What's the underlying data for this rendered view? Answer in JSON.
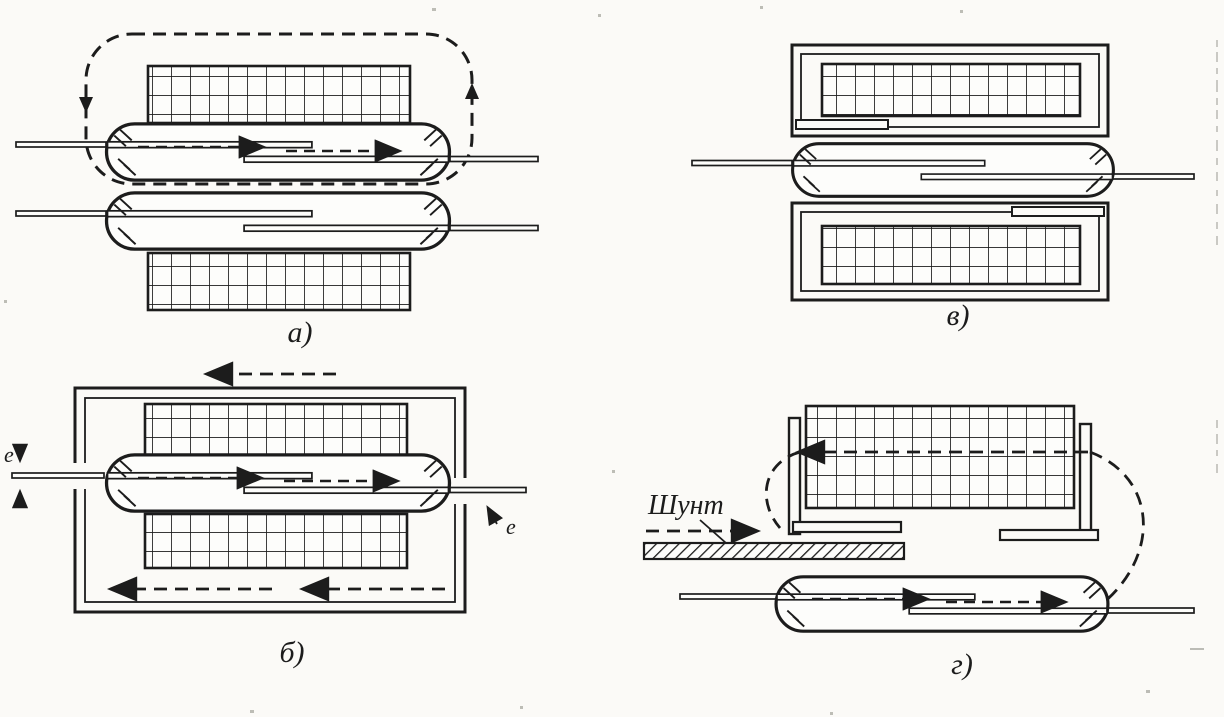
{
  "figure": {
    "paper": "#fbfaf7",
    "ink": "#1c1c1c",
    "panels": {
      "a": {
        "label": "а)"
      },
      "b": {
        "label": "б)"
      },
      "v": {
        "label": "в)"
      },
      "g": {
        "label": "г)"
      }
    },
    "annotations": {
      "shunt": "Шунт",
      "gap_left": "е",
      "gap_right": "е"
    }
  }
}
